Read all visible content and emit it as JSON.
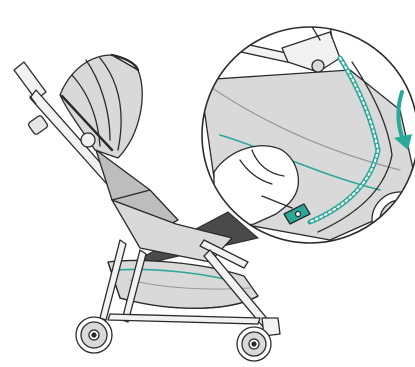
{
  "figure": {
    "subject": "stroller",
    "detail_view": "magnified-inset",
    "action": "zip-down",
    "colors": {
      "line": "#2b2b2b",
      "fabric": "#d9d9d9",
      "fabric_dark": "#bdbdbd",
      "accent": "#2aa899",
      "pointer": "#4a4a4a",
      "frame": "#f2f2f2"
    }
  }
}
